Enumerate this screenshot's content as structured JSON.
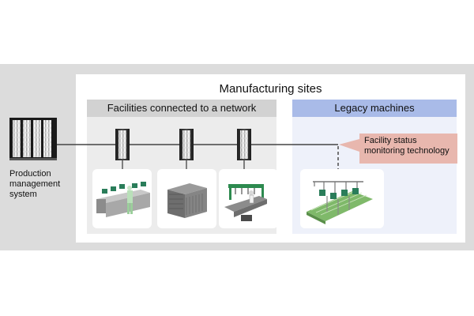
{
  "production": {
    "label_lines": [
      "Production",
      "management",
      "system"
    ]
  },
  "sites": {
    "title": "Manufacturing sites"
  },
  "network_panel": {
    "title": "Facilities connected to a network"
  },
  "legacy_panel": {
    "title": "Legacy machines"
  },
  "callout": {
    "lines": [
      "Facility status",
      "monitoring technology"
    ]
  },
  "colors": {
    "band": "#dcdcdc",
    "network_header": "#d2d2d2",
    "legacy_header": "#a9bbe8",
    "callout": "#e8b7ae",
    "machine_green": "#2f8a4a"
  },
  "icons": [
    "server-rack-icon",
    "control-room-icon",
    "equipment-block-icon",
    "assembly-line-icon",
    "legacy-conveyor-icon"
  ]
}
